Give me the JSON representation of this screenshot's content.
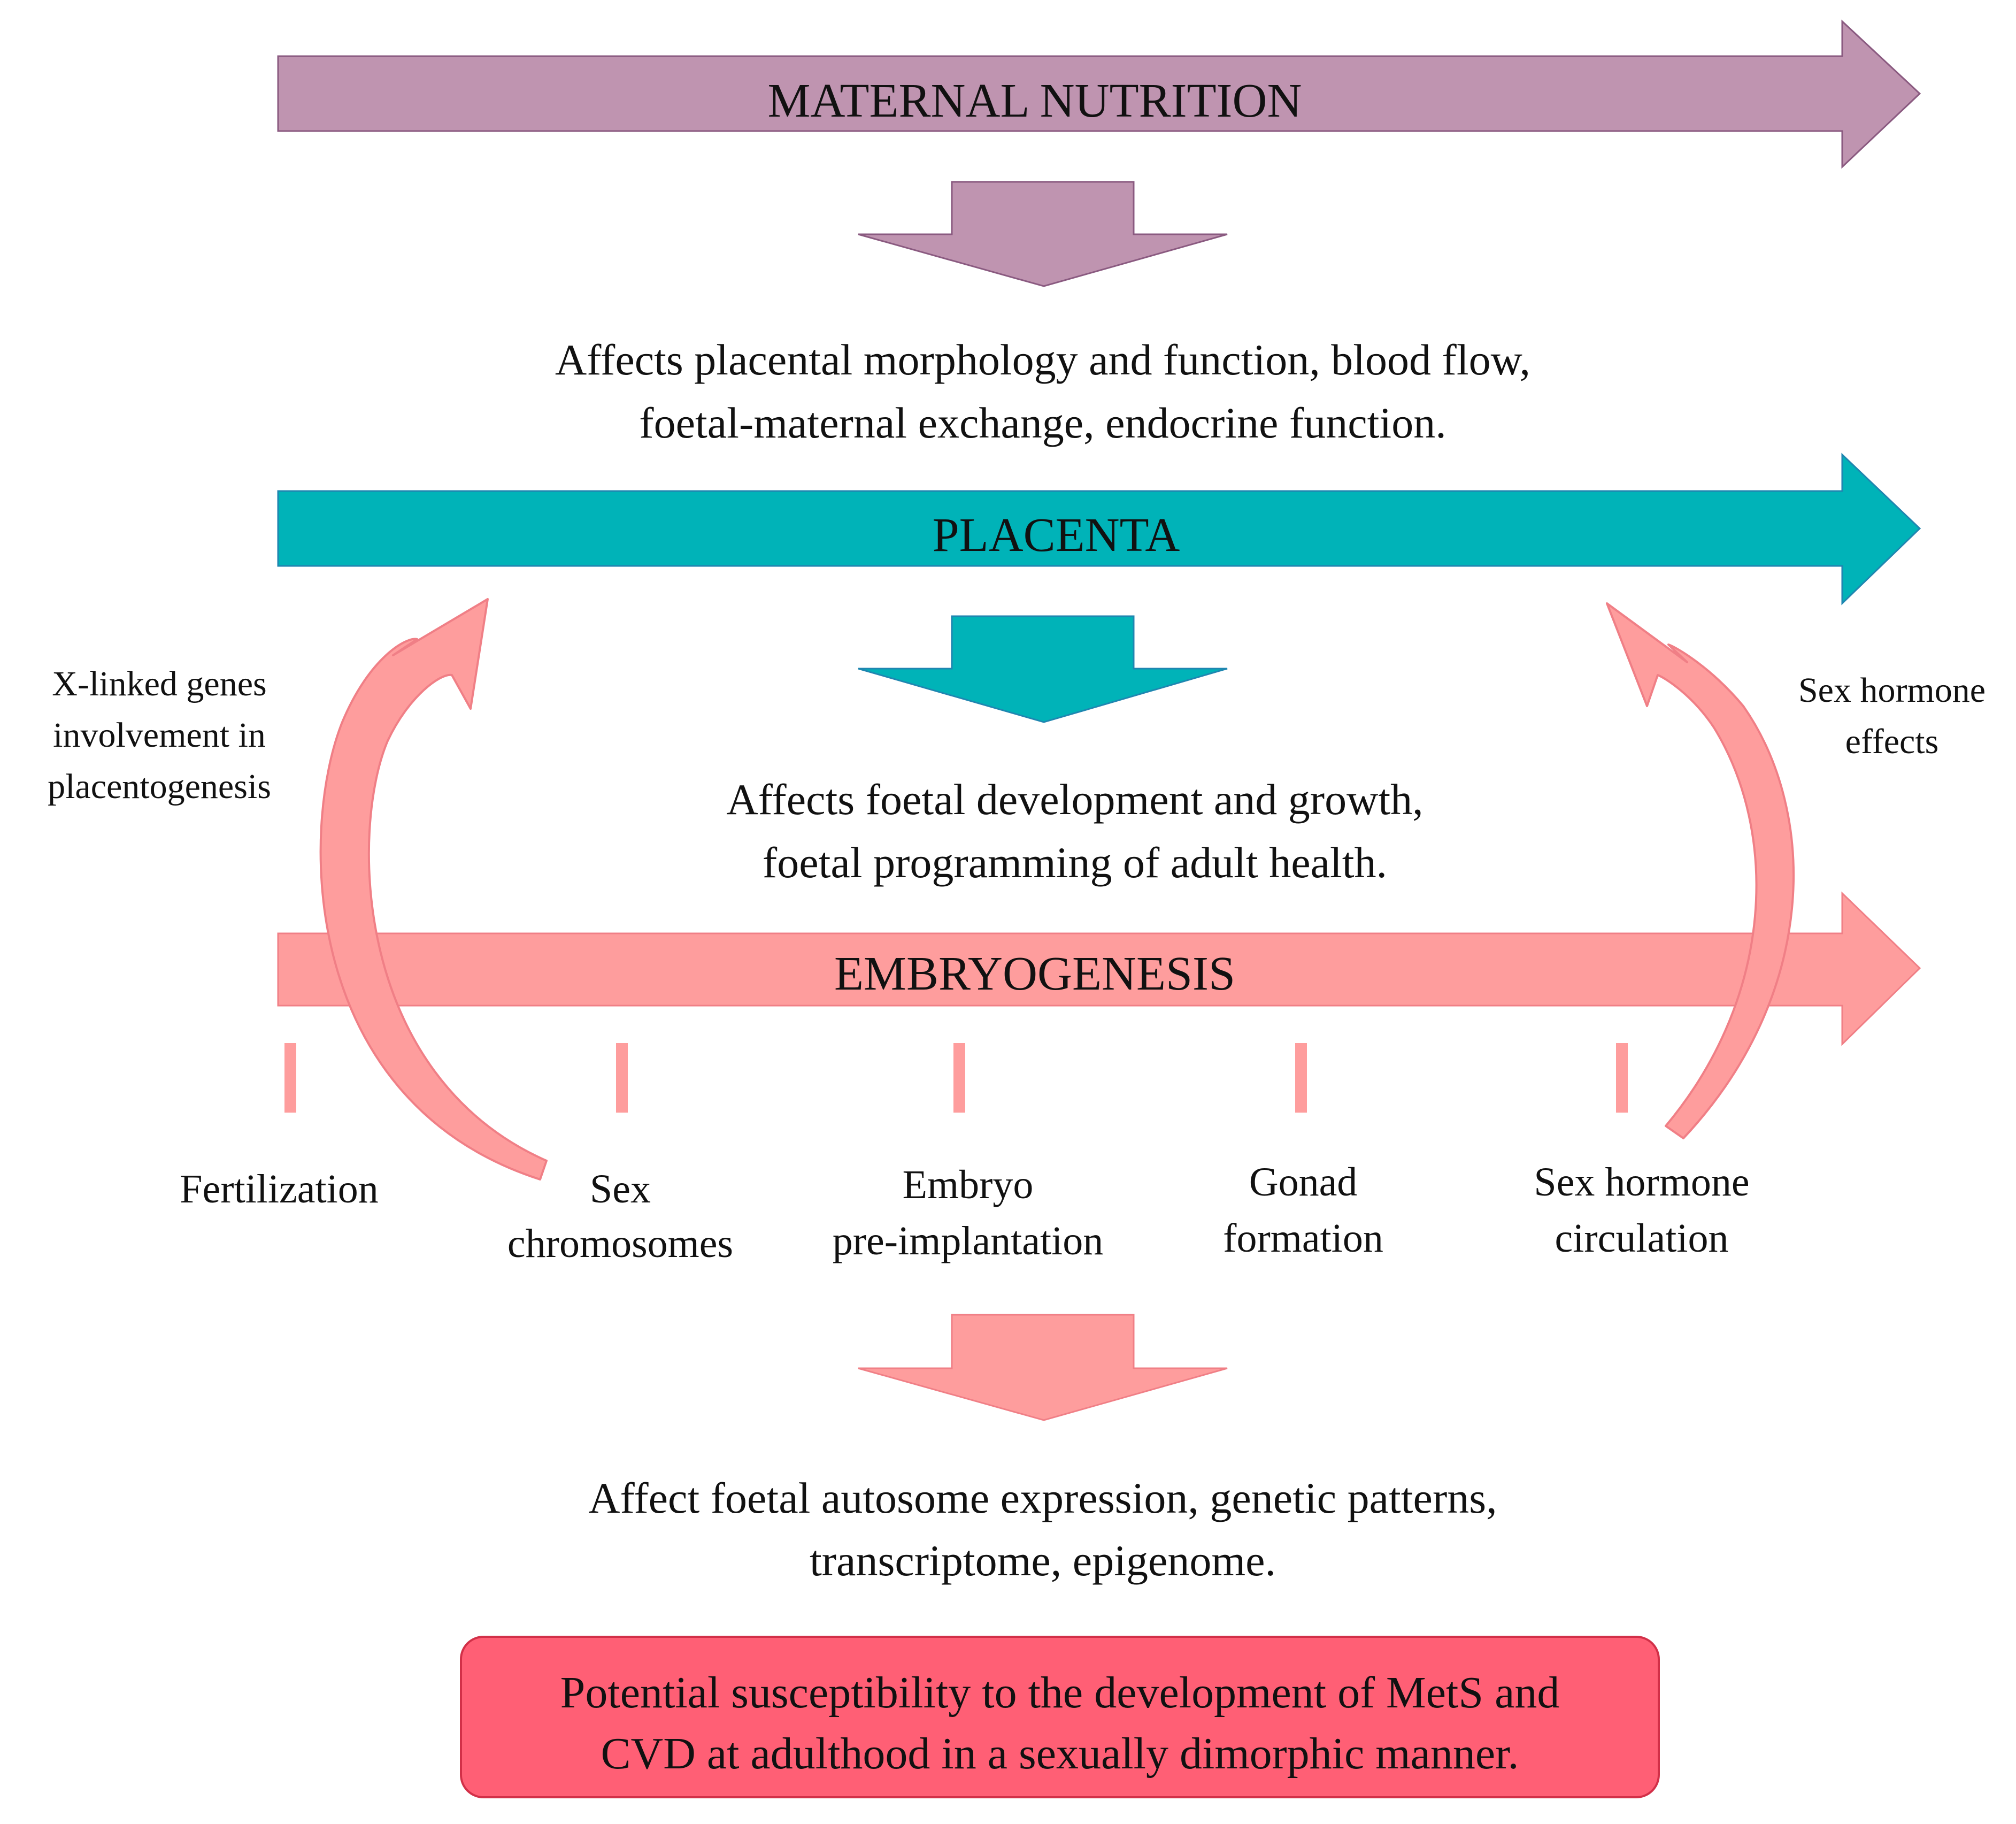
{
  "banners": {
    "maternal_nutrition": "MATERNAL NUTRITION",
    "placenta": "PLACENTA",
    "embryogenesis": "EMBRYOGENESIS"
  },
  "effects": {
    "nutrition": {
      "line1": "Affects placental morphology and function, blood flow,",
      "line2": "foetal-maternal exchange, endocrine function."
    },
    "placenta": {
      "line1": "Affects foetal development and growth,",
      "line2": "foetal programming of adult health."
    },
    "embryogenesis": {
      "line1": "Affect foetal autosome expression, genetic patterns,",
      "line2": "transcriptome, epigenome."
    }
  },
  "side_labels": {
    "left": {
      "line1": "X-linked genes",
      "line2": "involvement in",
      "line3": "placentogenesis"
    },
    "right": {
      "line1": "Sex hormone",
      "line2": "effects"
    }
  },
  "stages": [
    {
      "line1": "Fertilization",
      "line2": ""
    },
    {
      "line1": "Sex",
      "line2": "chromosomes"
    },
    {
      "line1": "Embryo",
      "line2": "pre-implantation"
    },
    {
      "line1": "Gonad",
      "line2": "formation"
    },
    {
      "line1": "Sex hormone",
      "line2": "circulation"
    }
  ],
  "conclusion": {
    "line1": "Potential susceptibility to the development of MetS and",
    "line2": "CVD at adulthood in a sexually dimorphic manner."
  },
  "colors": {
    "nutrition": "#bf94b0",
    "nutrition_stroke": "#8a5a80",
    "placenta": "#00b3b8",
    "placenta_stroke": "#1f86b0",
    "embryogenesis": "#fe9d9d",
    "embryogenesis_stroke": "#f07f86",
    "conclusion_fill": "#ff5f75",
    "conclusion_stroke": "#d23048"
  }
}
